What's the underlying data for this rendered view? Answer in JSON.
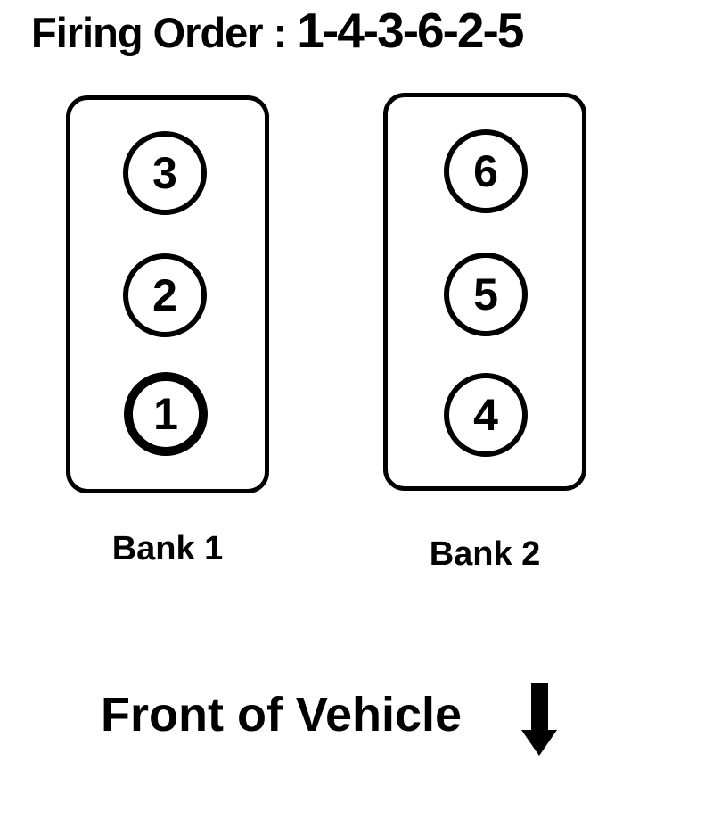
{
  "title": {
    "label": "Firing Order :",
    "value": "1-4-3-6-2-5"
  },
  "banks": [
    {
      "label": "Bank 1",
      "cylinders": [
        {
          "number": "3",
          "emphasized": false
        },
        {
          "number": "2",
          "emphasized": false
        },
        {
          "number": "1",
          "emphasized": true
        }
      ]
    },
    {
      "label": "Bank 2",
      "cylinders": [
        {
          "number": "6",
          "emphasized": false
        },
        {
          "number": "5",
          "emphasized": false
        },
        {
          "number": "4",
          "emphasized": false
        }
      ]
    }
  ],
  "footer": {
    "label": "Front of Vehicle",
    "arrow_icon": "down-arrow"
  },
  "colors": {
    "ink": "#000000",
    "background": "#ffffff"
  }
}
